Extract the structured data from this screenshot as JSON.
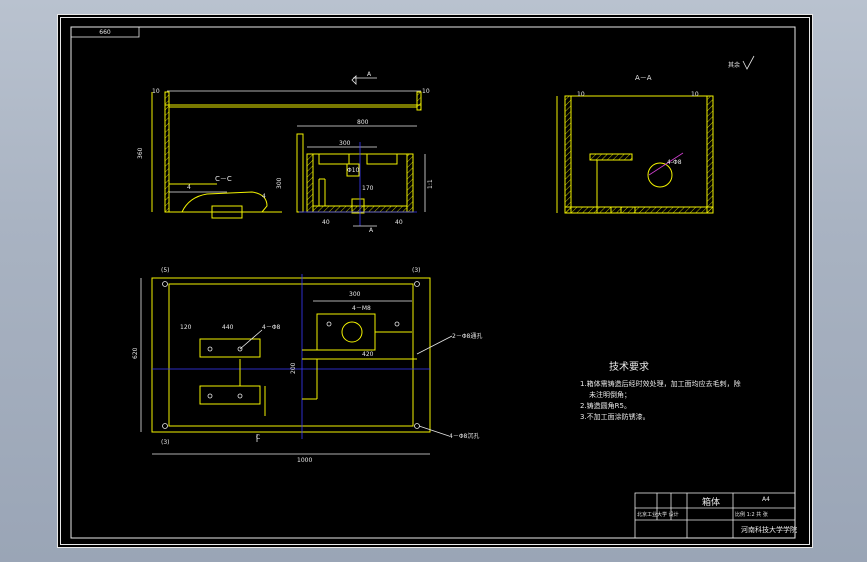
{
  "title_block": {
    "drawing_code": "660",
    "part_name": "箱体",
    "right_top_label": "A4",
    "designer_row": "北京工业大学 设计",
    "school_name": "河南科技大学学院",
    "small_note": "比例 1:2  共 张"
  },
  "notes": {
    "heading": "技术要求",
    "lines": [
      "1.箱体需铸造后经时效处理，加工面均应去毛刺，除",
      "未注明倒角；",
      "2.铸造圆角R5。",
      "3.不加工面涂防锈漆。"
    ]
  },
  "views": {
    "front_label": "C－C",
    "side_label": "A－A",
    "section_arrow": "A",
    "roughness_label": "其余"
  },
  "dimensions": {
    "front_width": "800",
    "plan_width": "1000",
    "plan_height": "620",
    "bore_label": "4－M8",
    "hole_label_1": "4－Φ8",
    "hole_label_2": "2－Φ8通孔",
    "hole_label_3": "4－Φ8沉孔"
  },
  "colors": {
    "line": "#f2f200",
    "text": "#e8e8e8",
    "center": "#3a3aff",
    "hidden": "#d040d0",
    "background": "#000000"
  }
}
